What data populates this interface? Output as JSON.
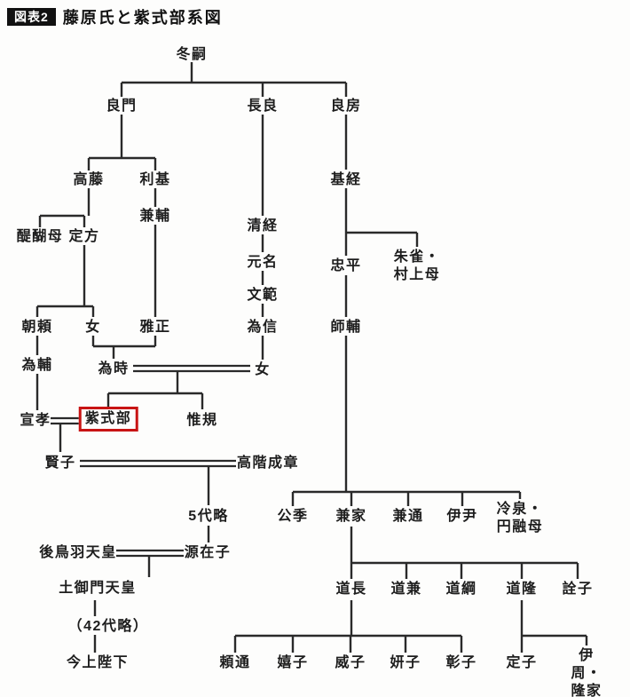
{
  "header": {
    "figure_tag": "図表2",
    "title": "藤原氏と紫式部系図"
  },
  "colors": {
    "highlight_box": "#c81414",
    "line": "#2a2a2a",
    "text": "#1d1d1d"
  },
  "nodes": {
    "fuyutsugu": "冬嗣",
    "yoshikado": "良門",
    "nagara": "長良",
    "yoshifusa": "良房",
    "takafuji": "高藤",
    "toshimoto": "利基",
    "mototsune": "基経",
    "kanesuke": "兼輔",
    "daigo_mother": "醍醐母",
    "sadakata": "定方",
    "kiyotsune": "清経",
    "motona": "元名",
    "fuminori": "文範",
    "tamenobu": "為信",
    "tadahira": "忠平",
    "suzaku_murakami_mother": "朱雀・\n村上母",
    "asayori": "朝頼",
    "sadakata_daughter": "女",
    "masatada": "雅正",
    "morosuke": "師輔",
    "tamesuke": "為輔",
    "tametoki": "為時",
    "tamenobu_daughter": "女",
    "nobutaka": "宣孝",
    "murasaki_shikibu": "紫式部",
    "nobunori": "惟規",
    "kenshi": "賢子",
    "takashina_nariakira": "高階成章",
    "five_generations_abbrev": "5代略",
    "kinsue": "公季",
    "kaneie": "兼家",
    "kanemichi": "兼通",
    "koretada": "伊尹",
    "reizei_enyu_mother": "冷泉・\n円融母",
    "gotoba_tenno": "後鳥羽天皇",
    "minamoto_no_zaishi": "源在子",
    "tsuchimikado_tenno": "土御門天皇",
    "michinaga": "道長",
    "michikane": "道兼",
    "michitsuna": "道綱",
    "michitaka": "道隆",
    "senshi": "詮子",
    "forty_two_generations_abbrev": "（42代略）",
    "kinjo_heika": "今上陛下",
    "yorimichi": "頼通",
    "kishi": "嬉子",
    "ishi": "威子",
    "kenshi_jotomonin_sister": "妍子",
    "shoshi": "彰子",
    "teishi": "定子",
    "korechika_takaie": "伊周・\n隆家"
  }
}
